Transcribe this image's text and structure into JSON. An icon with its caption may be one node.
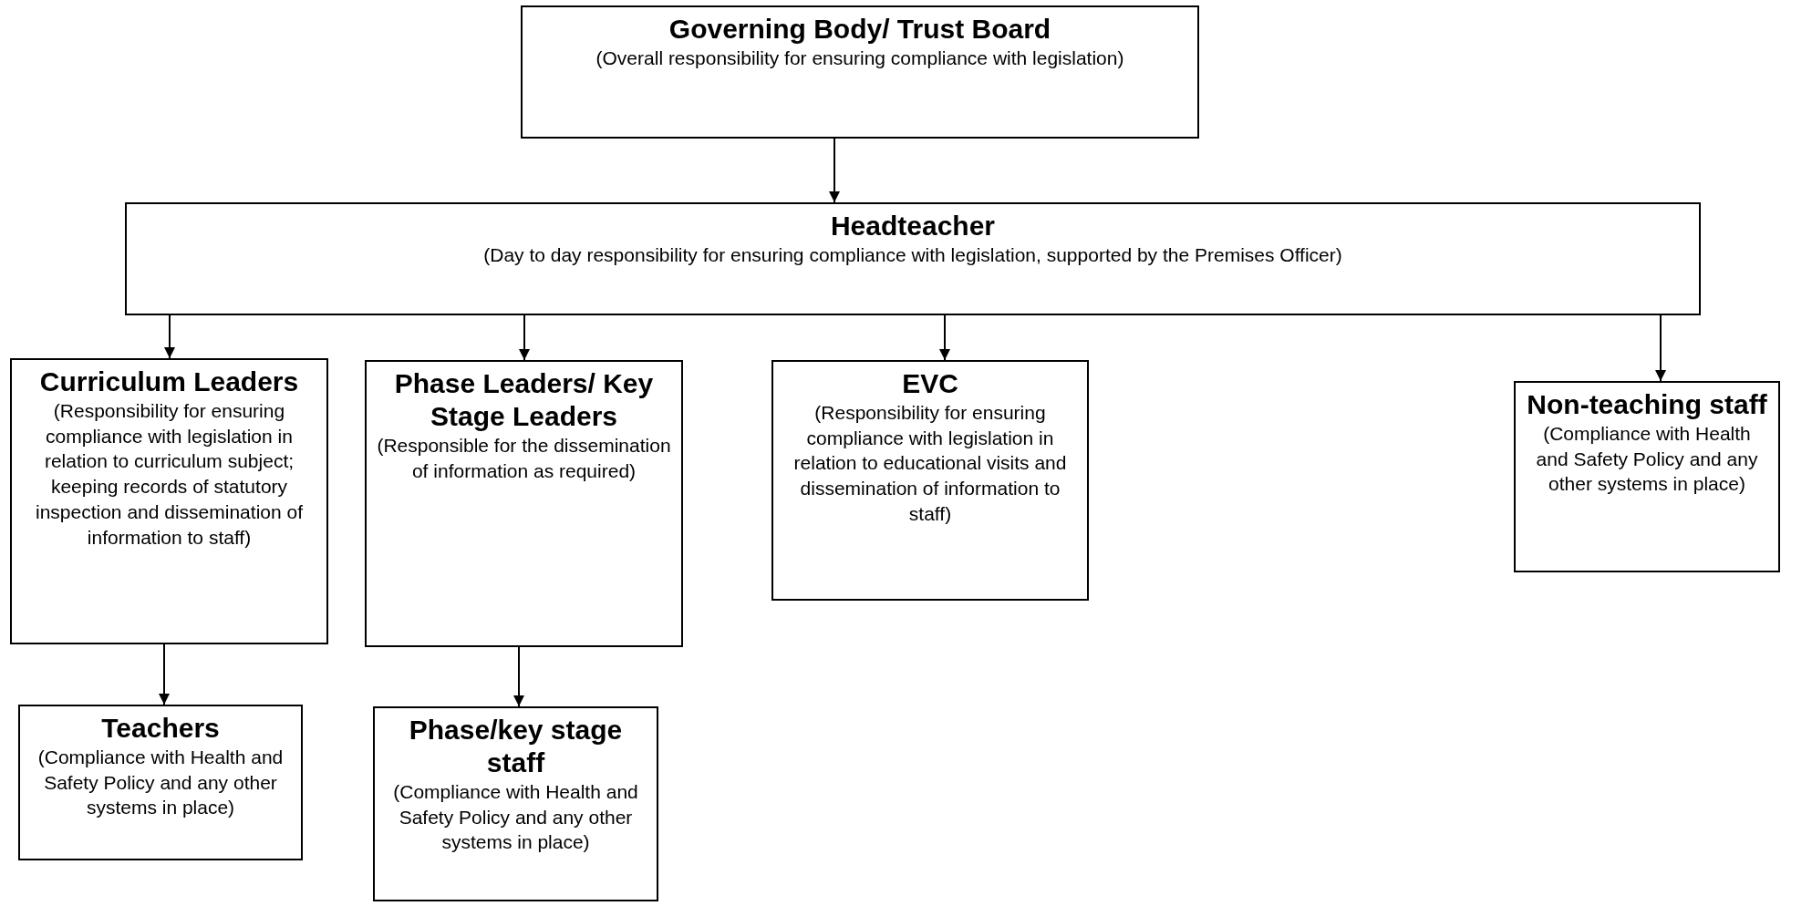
{
  "diagram": {
    "nodes": [
      {
        "text": [
          "Governing Body/ Trust Board",
          "(Overall responsibility for ensuring compliance with legislation)"
        ]
      },
      {
        "text": [
          "Headteacher",
          "(Day to day responsibility for ensuring compliance with legislation, supported by the Premises Officer)"
        ]
      },
      {
        "text": [
          "Curriculum Leaders",
          "(Responsibility for ensuring compliance with legislation in relation to curriculum subject; keeping records of statutory inspection and dissemination of information to staff)"
        ]
      },
      {
        "text": [
          "Phase Leaders/ Key Stage Leaders",
          "(Responsible for the dissemination of information as required)"
        ]
      },
      {
        "text": [
          "EVC",
          "(Responsibility for ensuring compliance with legislation in relation to educational visits and dissemination of information to staff)"
        ]
      },
      {
        "text": [
          "Non-teaching staff",
          "(Compliance with Health and Safety Policy and any other systems in place)"
        ]
      },
      {
        "text": [
          "Teachers",
          "(Compliance with Health and Safety Policy and any other systems in place)"
        ]
      },
      {
        "text": [
          "Phase/key stage staff",
          "(Compliance with Health and Safety Policy and any other systems in place)"
        ]
      }
    ],
    "edges": [
      {
        "from": 0,
        "to": 1,
        "arrow": "to"
      },
      {
        "from": 1,
        "to": 2,
        "arrow": "to"
      },
      {
        "from": 1,
        "to": 3,
        "arrow": "to"
      },
      {
        "from": 1,
        "to": 4,
        "arrow": "to"
      },
      {
        "from": 1,
        "to": 5,
        "arrow": "to"
      },
      {
        "from": 2,
        "to": 6,
        "arrow": "to"
      },
      {
        "from": 3,
        "to": 7,
        "arrow": "to"
      }
    ]
  }
}
